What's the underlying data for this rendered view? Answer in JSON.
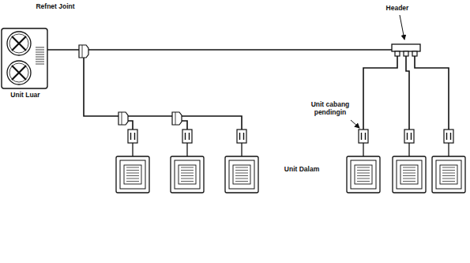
{
  "diagram": {
    "nodes": [
      {
        "text": [
          "Unit Luar"
        ]
      }
    ],
    "edges": [],
    "labels": [
      "Refnet Joint",
      "Header",
      "Unit cabang pendingin",
      "Unit Dalam"
    ]
  }
}
